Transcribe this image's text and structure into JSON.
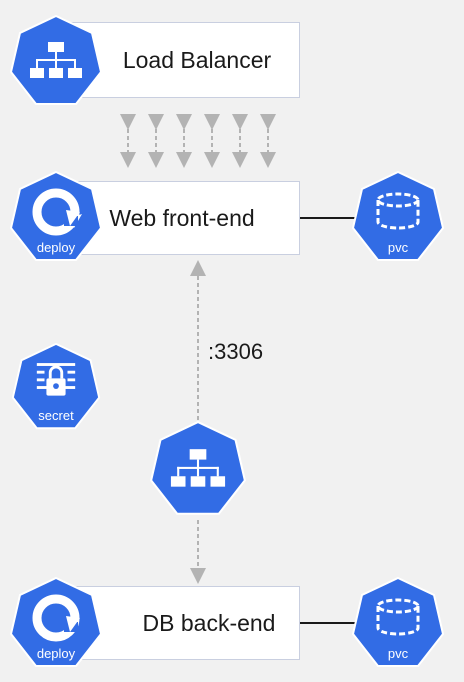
{
  "nodes": {
    "load_balancer": {
      "label": "Load Balancer"
    },
    "web_frontend": {
      "label": "Web front-end",
      "icon_text": "deploy"
    },
    "web_pvc": {
      "icon_text": "pvc"
    },
    "secret": {
      "icon_text": "secret"
    },
    "db_service": {},
    "db_backend": {
      "label": "DB back-end",
      "icon_text": "deploy"
    },
    "db_pvc": {
      "icon_text": "pvc"
    }
  },
  "edges": {
    "port_label": ":3306"
  },
  "colors": {
    "k8s_blue": "#326ce5",
    "background": "#f1f1f1",
    "arrow_gray": "#b3b3b3"
  }
}
